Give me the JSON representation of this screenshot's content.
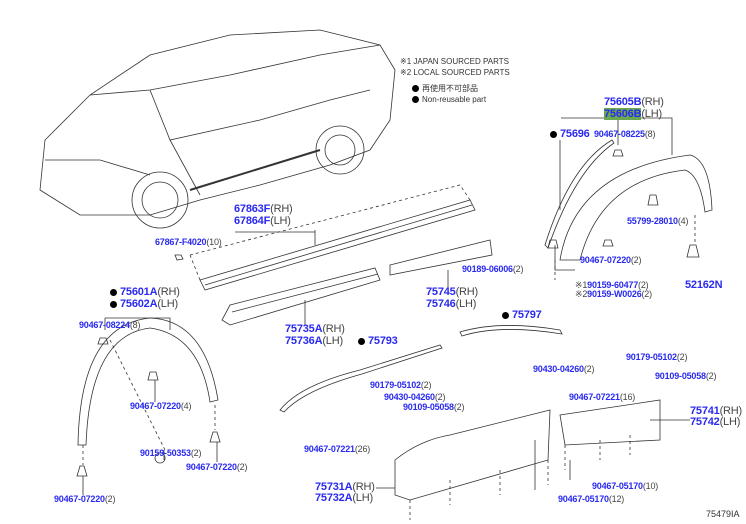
{
  "notes": {
    "japan_sourced": "※1 JAPAN SOURCED PARTS",
    "local_sourced": "※2 LOCAL SOURCED PARTS",
    "non_reusable_jp": "再使用不可部品",
    "non_reusable_en": "Non-reusable part"
  },
  "labels": [
    {
      "pn": "75605B",
      "q": "(RH)"
    },
    {
      "pn": "75606B",
      "q": "(LH)"
    },
    {
      "pn": "75696",
      "q": ""
    },
    {
      "pn": "90467-08225",
      "q": "(8)"
    },
    {
      "pn": "55799-28010",
      "q": "(4)"
    },
    {
      "pn": "90467-07220",
      "q": "(2)"
    },
    {
      "pn": "90189-06006",
      "q": "(2)"
    },
    {
      "pre": "※1",
      "pn": "90159-60477",
      "q": "(2)"
    },
    {
      "pre": "※2",
      "pn": "90159-W0026",
      "q": "(2)"
    },
    {
      "pn": "52162N",
      "q": ""
    },
    {
      "pn": "75745",
      "q": "(RH)"
    },
    {
      "pn": "75746",
      "q": "(LH)"
    },
    {
      "pn": "67863F",
      "q": "(RH)"
    },
    {
      "pn": "67864F",
      "q": "(LH)"
    },
    {
      "pn": "67867-F4020",
      "q": "(10)"
    },
    {
      "pn": "75601A",
      "q": "(RH)"
    },
    {
      "pn": "75602A",
      "q": "(LH)"
    },
    {
      "pn": "90467-08224",
      "q": "(8)"
    },
    {
      "pn": "75735A",
      "q": "(RH)"
    },
    {
      "pn": "75736A",
      "q": "(LH)"
    },
    {
      "pn": "75793",
      "q": ""
    },
    {
      "pn": "75797",
      "q": ""
    },
    {
      "pn": "90467-07220",
      "q": "(4)"
    },
    {
      "pn": "90159-50353",
      "q": "(2)"
    },
    {
      "pn": "90467-07220",
      "q": "(2)"
    },
    {
      "pn": "90467-07220",
      "q": "(2)"
    },
    {
      "pn": "90179-05102",
      "q": "(2)"
    },
    {
      "pn": "90430-04260",
      "q": "(2)"
    },
    {
      "pn": "90109-05058",
      "q": "(2)"
    },
    {
      "pn": "90467-07221",
      "q": "(26)"
    },
    {
      "pn": "75731A",
      "q": "(RH)"
    },
    {
      "pn": "75732A",
      "q": "(LH)"
    },
    {
      "pn": "90179-05102",
      "q": "(2)"
    },
    {
      "pn": "90430-04260",
      "q": "(2)"
    },
    {
      "pn": "90109-05058",
      "q": "(2)"
    },
    {
      "pn": "90467-07221",
      "q": "(16)"
    },
    {
      "pn": "75741",
      "q": "(RH)"
    },
    {
      "pn": "75742",
      "q": "(LH)"
    },
    {
      "pn": "90467-05170",
      "q": "(10)"
    },
    {
      "pn": "90467-05170",
      "q": "(12)"
    }
  ],
  "illustration_code": "75479IA",
  "colors": {
    "part_number": "#2a2af0",
    "highlight": "#6aa84f"
  }
}
